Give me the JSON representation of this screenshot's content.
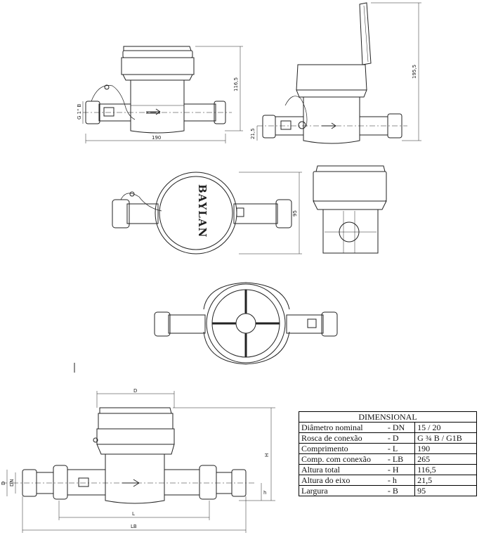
{
  "views": {
    "front": {
      "width_label": "190",
      "height_label": "116,5",
      "thread_label": "G 1\" B"
    },
    "side_open": {
      "total_label": "195,5",
      "axis_label": "21,5"
    },
    "top": {
      "brand": "BAYLAN",
      "width_label": "95"
    },
    "section": {
      "label_d": "D",
      "label_h": "H",
      "label_dn": "DN",
      "label_dd": "D",
      "label_hh": "h",
      "label_l": "L",
      "label_lb": "LB"
    }
  },
  "table": {
    "title": "DIMENSIONAL",
    "rows": [
      {
        "label": "Diâmetro nominal",
        "symbol": "- DN",
        "value": "15 / 20"
      },
      {
        "label": "Rosca de conexão",
        "symbol": "- D",
        "value": "G ¾ B / G1B"
      },
      {
        "label": "Comprimento",
        "symbol": "- L",
        "value": "190"
      },
      {
        "label": "Comp. com conexão",
        "symbol": "- LB",
        "value": "265"
      },
      {
        "label": "Altura total",
        "symbol": "- H",
        "value": "116,5"
      },
      {
        "label": "Altura do eixo",
        "symbol": "- h",
        "value": "21,5"
      },
      {
        "label": "Largura",
        "symbol": "- B",
        "value": "95"
      }
    ]
  }
}
